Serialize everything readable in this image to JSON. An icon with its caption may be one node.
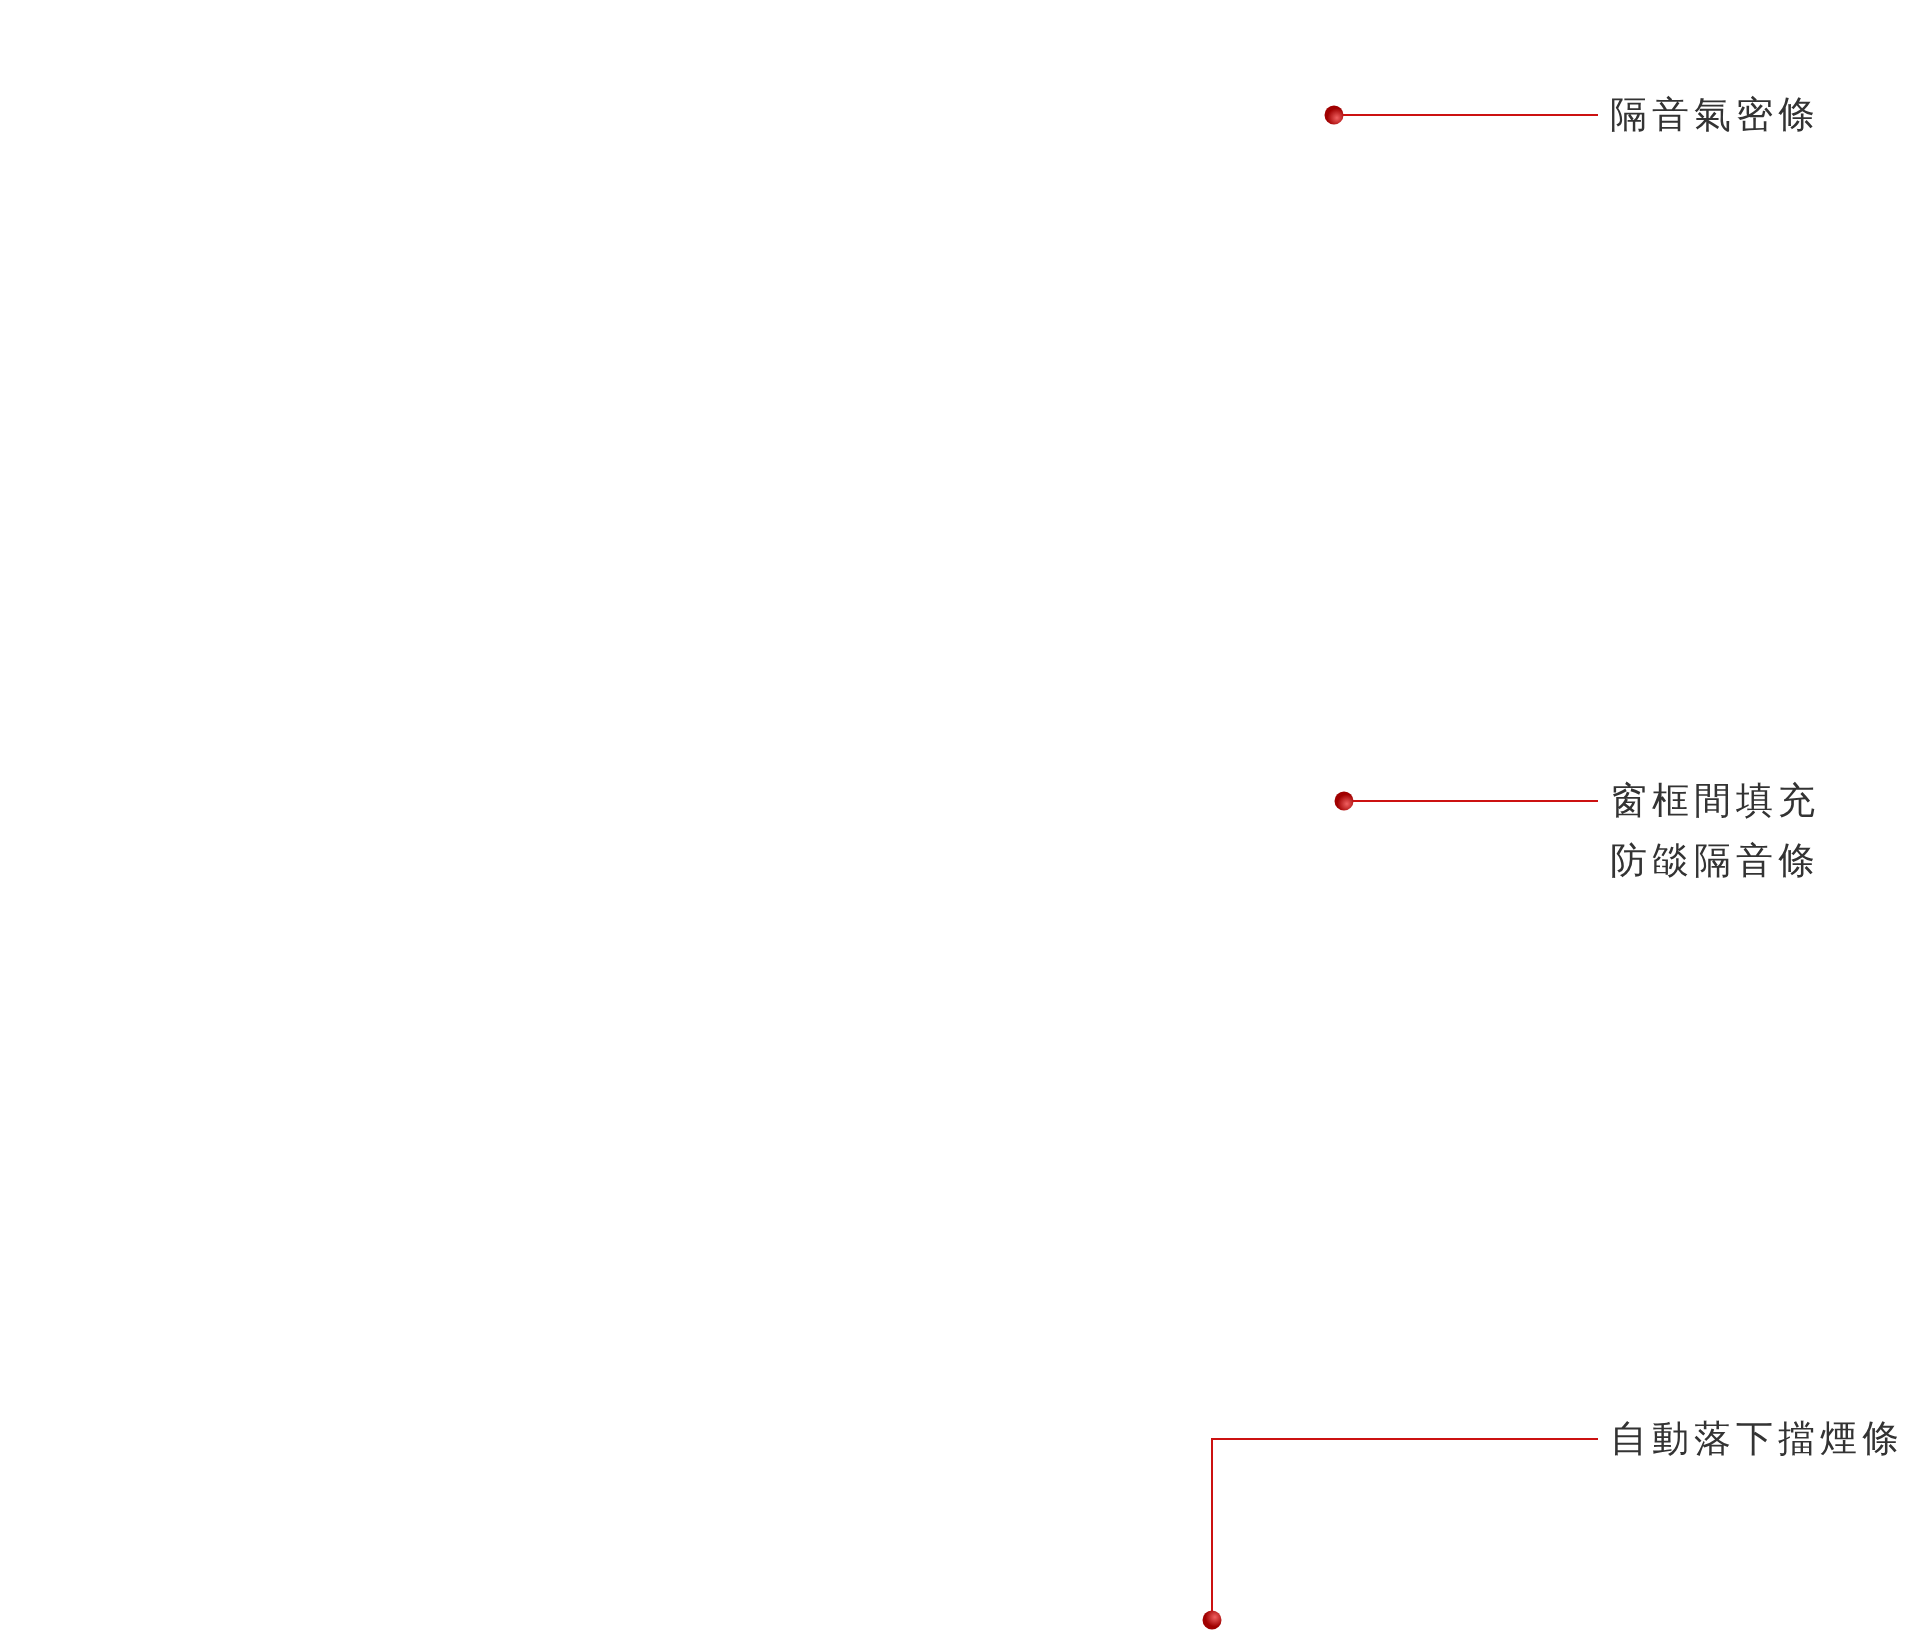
{
  "diagram": {
    "nodes": [
      {
        "text": [
          "隔音氣密條"
        ]
      },
      {
        "text": [
          "窗框間填充防燄隔音條"
        ]
      },
      {
        "text": [
          "自動落下擋煙條"
        ]
      }
    ],
    "edges": [
      {
        "from": 0,
        "to": null,
        "arrow": "other",
        "color": "#cc1111"
      },
      {
        "from": 1,
        "to": null,
        "arrow": "other",
        "color": "#cc1111"
      },
      {
        "from": 2,
        "to": null,
        "arrow": "other",
        "color": "#cc1111"
      }
    ]
  }
}
